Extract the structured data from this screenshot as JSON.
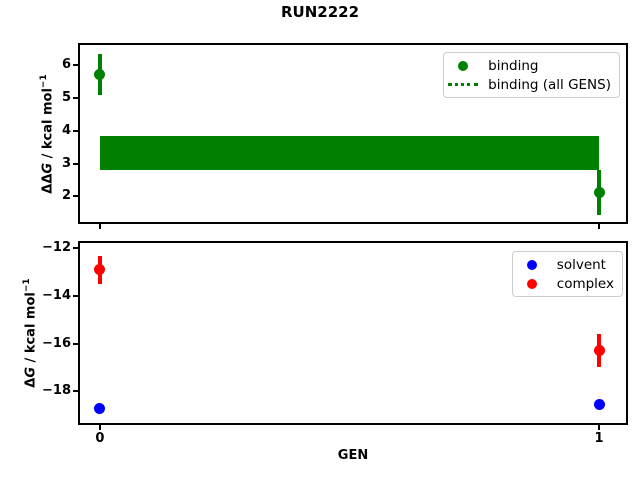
{
  "title": "RUN2222",
  "top_plot": {
    "ylabel": {
      "prefix": "ΔΔ",
      "symbol": "G",
      "unit": " / kcal mol",
      "exponent": "−1"
    }
  },
  "bottom_plot": {
    "ylabel": {
      "prefix": "Δ",
      "symbol": "G",
      "unit": " / kcal mol",
      "exponent": "−1"
    }
  },
  "chart_data": [
    {
      "type": "scatter",
      "title": "RUN2222",
      "xlabel": "GEN",
      "ylabel": "ΔΔG / kcal mol⁻¹",
      "x": [
        0,
        1
      ],
      "xticks": [
        0,
        1
      ],
      "yticks": [
        2,
        3,
        4,
        5,
        6
      ],
      "xlim": [
        -0.04,
        1.054
      ],
      "ylim": [
        1.22,
        6.62
      ],
      "grid": false,
      "legend_position": "upper right",
      "series": [
        {
          "name": "binding",
          "color": "#008000",
          "values": [
            5.72,
            2.12
          ],
          "errors": [
            0.63,
            0.7
          ]
        }
      ],
      "band": {
        "name": "binding (all GENS)",
        "color": "#008000",
        "x_range": [
          0,
          1
        ],
        "y_low": 2.81,
        "y_high": 3.85
      }
    },
    {
      "type": "scatter",
      "xlabel": "GEN",
      "ylabel": "ΔG / kcal mol⁻¹",
      "x": [
        0,
        1
      ],
      "xticks": [
        0,
        1
      ],
      "yticks": [
        -12,
        -14,
        -16,
        -18
      ],
      "xlim": [
        -0.04,
        1.054
      ],
      "ylim": [
        -19.33,
        -11.79
      ],
      "grid": false,
      "legend_position": "upper right",
      "series": [
        {
          "name": "solvent",
          "color": "#0000ff",
          "values": [
            -18.72,
            -18.54
          ],
          "errors": [
            0,
            0
          ]
        },
        {
          "name": "complex",
          "color": "#ff0000",
          "values": [
            -12.91,
            -16.3
          ],
          "errors": [
            0.58,
            0.7
          ]
        }
      ]
    }
  ]
}
